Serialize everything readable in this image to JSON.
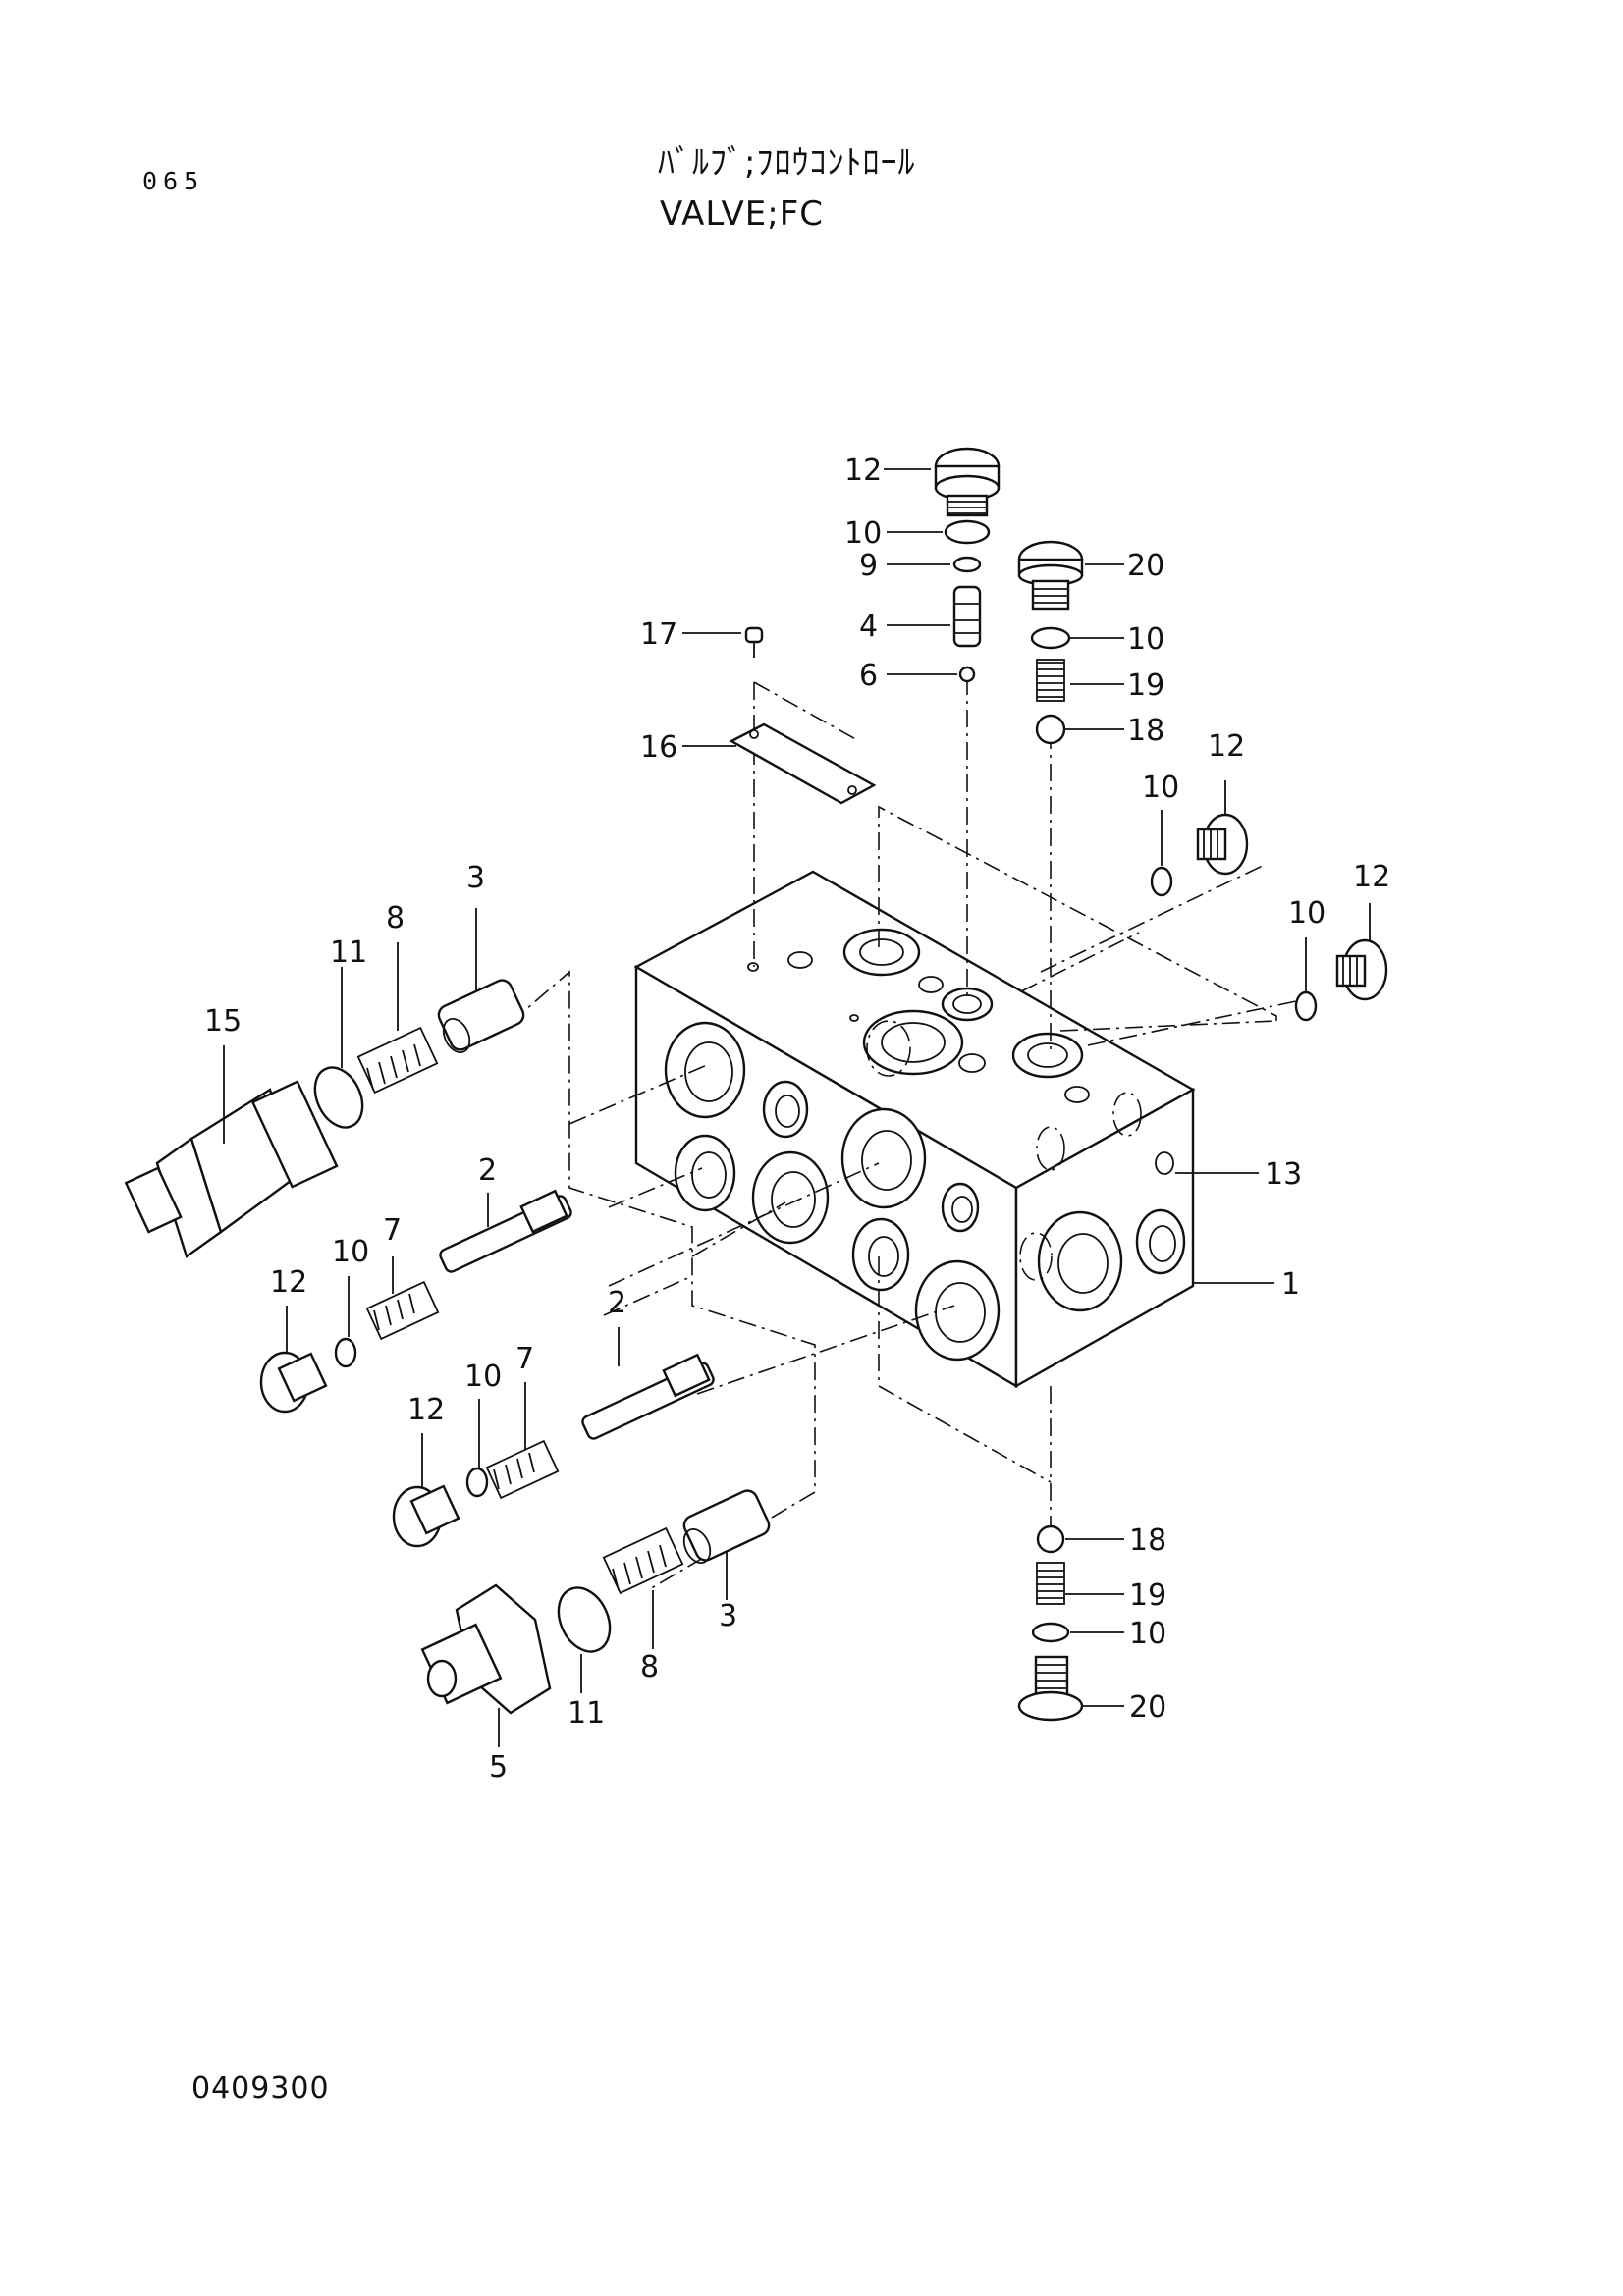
{
  "header": {
    "page_number": "065",
    "title_jp": "ﾊﾞﾙﾌﾞ;ﾌﾛｳｺﾝﾄﾛｰﾙ",
    "title_en": "VALVE;FC"
  },
  "footer": {
    "drawing_number": "0409300"
  },
  "callouts": {
    "c12_top": "12",
    "c10_top": "10",
    "c9": "9",
    "c4": "4",
    "c6": "6",
    "c20_top": "20",
    "c10_r1": "10",
    "c19_top": "19",
    "c18_top": "18",
    "c17": "17",
    "c16": "16",
    "c12_r1": "12",
    "c10_r2": "10",
    "c12_r2": "12",
    "c10_r3": "10",
    "c3_top": "3",
    "c8_top": "8",
    "c11_top": "11",
    "c15": "15",
    "c13": "13",
    "c1": "1",
    "c2_a": "2",
    "c7_a": "7",
    "c10_a": "10",
    "c12_a": "12",
    "c2_b": "2",
    "c7_b": "7",
    "c10_b": "10",
    "c12_b": "12",
    "c18_bot": "18",
    "c19_bot": "19",
    "c10_bot": "10",
    "c20_bot": "20",
    "c3_bot": "3",
    "c8_bot": "8",
    "c11_bot": "11",
    "c5": "5"
  }
}
